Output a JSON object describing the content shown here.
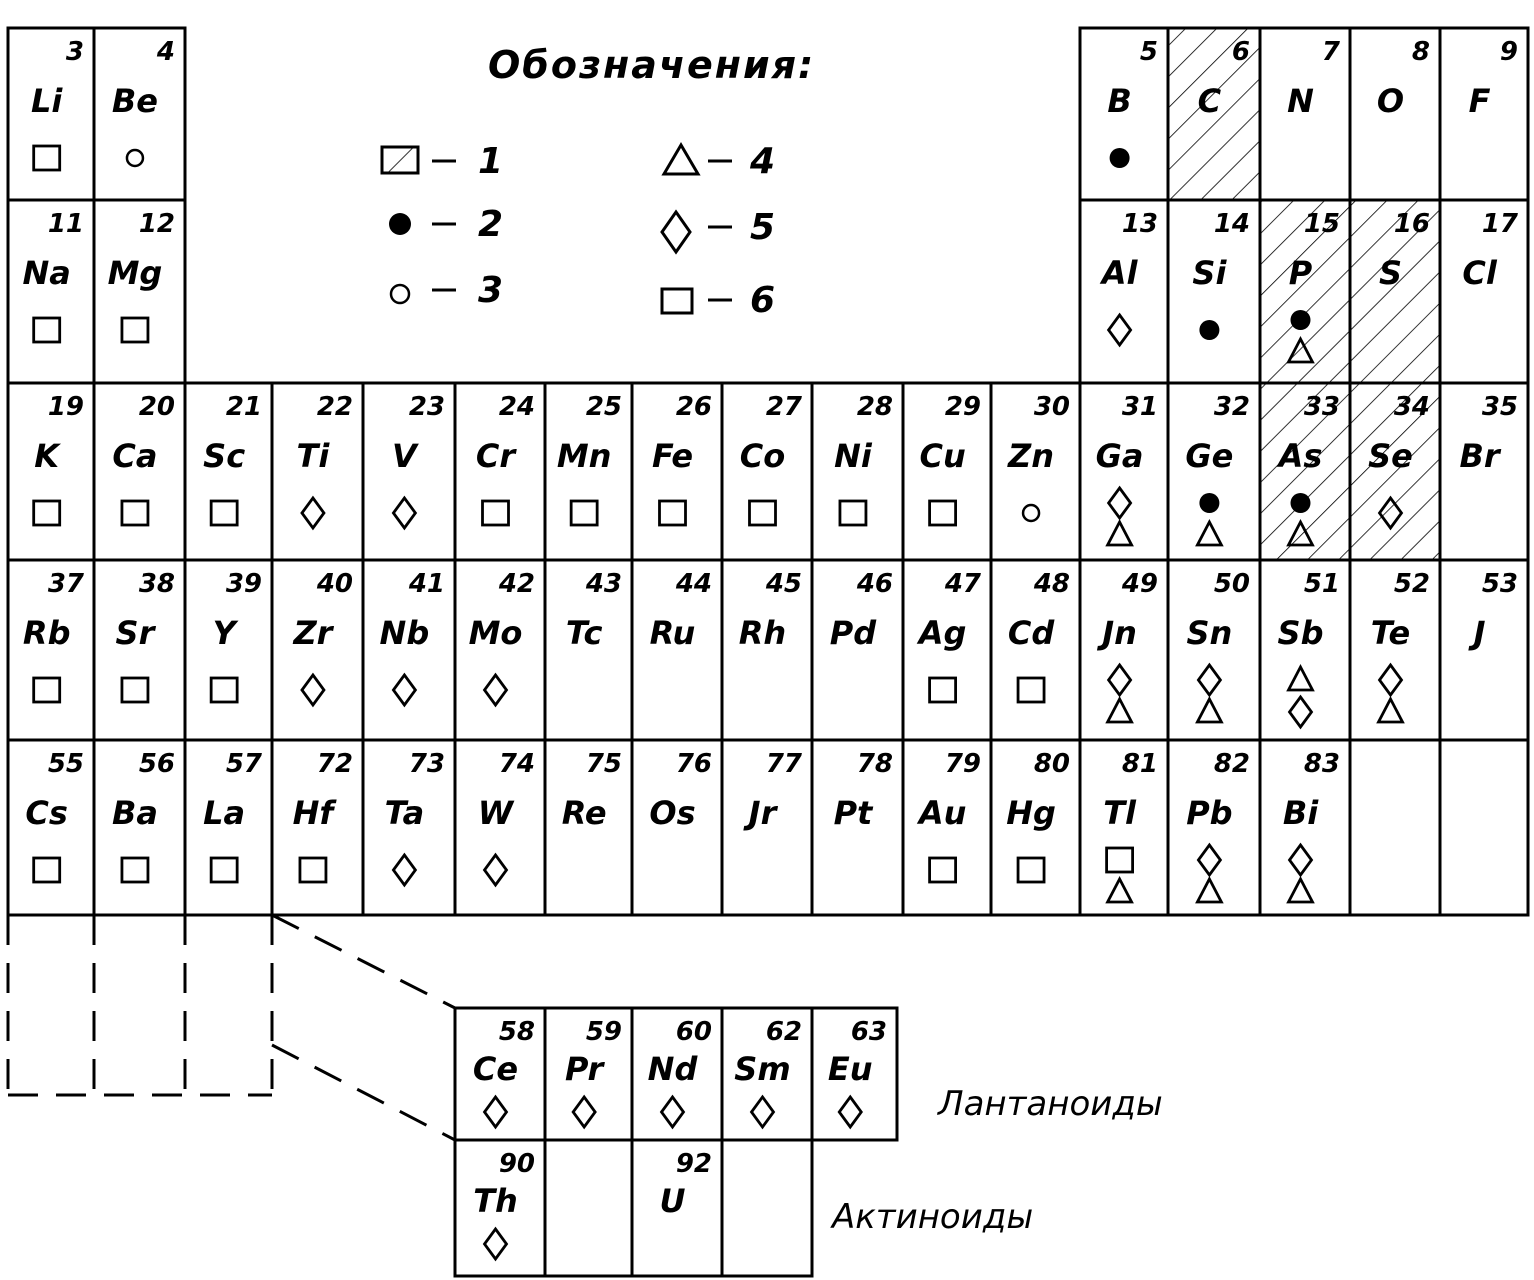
{
  "legend": {
    "title": "Обозначения:",
    "entries": [
      {
        "number": "1",
        "marker": "hatched-square"
      },
      {
        "number": "2",
        "marker": "filled-circle"
      },
      {
        "number": "3",
        "marker": "open-circle"
      },
      {
        "number": "4",
        "marker": "triangle"
      },
      {
        "number": "5",
        "marker": "diamond"
      },
      {
        "number": "6",
        "marker": "square"
      }
    ]
  },
  "series_labels": {
    "lanthanides": "Лантаноиды",
    "actinides": "Актиноиды"
  },
  "elements": [
    {
      "z": "3",
      "sym": "Li",
      "markers": [
        "square"
      ]
    },
    {
      "z": "4",
      "sym": "Be",
      "markers": [
        "open-circle"
      ]
    },
    {
      "z": "5",
      "sym": "B",
      "markers": [
        "filled-circle"
      ]
    },
    {
      "z": "6",
      "sym": "C",
      "hatched": true,
      "markers": []
    },
    {
      "z": "7",
      "sym": "N",
      "markers": []
    },
    {
      "z": "8",
      "sym": "O",
      "markers": []
    },
    {
      "z": "9",
      "sym": "F",
      "markers": []
    },
    {
      "z": "11",
      "sym": "Na",
      "markers": [
        "square"
      ]
    },
    {
      "z": "12",
      "sym": "Mg",
      "markers": [
        "square"
      ]
    },
    {
      "z": "13",
      "sym": "Al",
      "markers": [
        "diamond"
      ]
    },
    {
      "z": "14",
      "sym": "Si",
      "markers": [
        "filled-circle"
      ]
    },
    {
      "z": "15",
      "sym": "P",
      "hatched": true,
      "markers": [
        "filled-circle",
        "triangle"
      ]
    },
    {
      "z": "16",
      "sym": "S",
      "hatched": true,
      "markers": []
    },
    {
      "z": "17",
      "sym": "Cl",
      "markers": []
    },
    {
      "z": "19",
      "sym": "K",
      "markers": [
        "square"
      ]
    },
    {
      "z": "20",
      "sym": "Ca",
      "markers": [
        "square"
      ]
    },
    {
      "z": "21",
      "sym": "Sc",
      "markers": [
        "square"
      ]
    },
    {
      "z": "22",
      "sym": "Ti",
      "markers": [
        "diamond"
      ]
    },
    {
      "z": "23",
      "sym": "V",
      "markers": [
        "diamond"
      ]
    },
    {
      "z": "24",
      "sym": "Cr",
      "markers": [
        "square"
      ]
    },
    {
      "z": "25",
      "sym": "Mn",
      "markers": [
        "square"
      ]
    },
    {
      "z": "26",
      "sym": "Fe",
      "markers": [
        "square"
      ]
    },
    {
      "z": "27",
      "sym": "Co",
      "markers": [
        "square"
      ]
    },
    {
      "z": "28",
      "sym": "Ni",
      "markers": [
        "square"
      ]
    },
    {
      "z": "29",
      "sym": "Cu",
      "markers": [
        "square"
      ]
    },
    {
      "z": "30",
      "sym": "Zn",
      "markers": [
        "open-circle"
      ]
    },
    {
      "z": "31",
      "sym": "Ga",
      "markers": [
        "diamond",
        "triangle"
      ]
    },
    {
      "z": "32",
      "sym": "Ge",
      "markers": [
        "filled-circle",
        "triangle"
      ]
    },
    {
      "z": "33",
      "sym": "As",
      "hatched": true,
      "markers": [
        "filled-circle",
        "triangle"
      ]
    },
    {
      "z": "34",
      "sym": "Se",
      "hatched": true,
      "markers": [
        "diamond"
      ]
    },
    {
      "z": "35",
      "sym": "Br",
      "markers": []
    },
    {
      "z": "37",
      "sym": "Rb",
      "markers": [
        "square"
      ]
    },
    {
      "z": "38",
      "sym": "Sr",
      "markers": [
        "square"
      ]
    },
    {
      "z": "39",
      "sym": "Y",
      "markers": [
        "square"
      ]
    },
    {
      "z": "40",
      "sym": "Zr",
      "markers": [
        "diamond"
      ]
    },
    {
      "z": "41",
      "sym": "Nb",
      "markers": [
        "diamond"
      ]
    },
    {
      "z": "42",
      "sym": "Mo",
      "markers": [
        "diamond"
      ]
    },
    {
      "z": "43",
      "sym": "Tc",
      "markers": []
    },
    {
      "z": "44",
      "sym": "Ru",
      "markers": []
    },
    {
      "z": "45",
      "sym": "Rh",
      "markers": []
    },
    {
      "z": "46",
      "sym": "Pd",
      "markers": []
    },
    {
      "z": "47",
      "sym": "Ag",
      "markers": [
        "square"
      ]
    },
    {
      "z": "48",
      "sym": "Cd",
      "markers": [
        "square"
      ]
    },
    {
      "z": "49",
      "sym": "Jn",
      "markers": [
        "diamond",
        "triangle"
      ]
    },
    {
      "z": "50",
      "sym": "Sn",
      "markers": [
        "diamond",
        "triangle"
      ]
    },
    {
      "z": "51",
      "sym": "Sb",
      "markers": [
        "triangle",
        "diamond"
      ]
    },
    {
      "z": "52",
      "sym": "Te",
      "markers": [
        "diamond",
        "triangle"
      ]
    },
    {
      "z": "53",
      "sym": "J",
      "markers": []
    },
    {
      "z": "55",
      "sym": "Cs",
      "markers": [
        "square"
      ]
    },
    {
      "z": "56",
      "sym": "Ba",
      "markers": [
        "square"
      ]
    },
    {
      "z": "57",
      "sym": "La",
      "markers": [
        "square"
      ]
    },
    {
      "z": "72",
      "sym": "Hf",
      "markers": [
        "square"
      ]
    },
    {
      "z": "73",
      "sym": "Ta",
      "markers": [
        "diamond"
      ]
    },
    {
      "z": "74",
      "sym": "W",
      "markers": [
        "diamond"
      ]
    },
    {
      "z": "75",
      "sym": "Re",
      "markers": []
    },
    {
      "z": "76",
      "sym": "Os",
      "markers": []
    },
    {
      "z": "77",
      "sym": "Jr",
      "markers": []
    },
    {
      "z": "78",
      "sym": "Pt",
      "markers": []
    },
    {
      "z": "79",
      "sym": "Au",
      "markers": [
        "square"
      ]
    },
    {
      "z": "80",
      "sym": "Hg",
      "markers": [
        "square"
      ]
    },
    {
      "z": "81",
      "sym": "Tl",
      "markers": [
        "square",
        "triangle"
      ]
    },
    {
      "z": "82",
      "sym": "Pb",
      "markers": [
        "diamond",
        "triangle"
      ]
    },
    {
      "z": "83",
      "sym": "Bi",
      "markers": [
        "diamond",
        "triangle"
      ]
    },
    {
      "z": "",
      "sym": "",
      "markers": []
    },
    {
      "z": "",
      "sym": "",
      "markers": []
    },
    {
      "z": "58",
      "sym": "Ce",
      "markers": [
        "diamond"
      ]
    },
    {
      "z": "59",
      "sym": "Pr",
      "markers": [
        "diamond"
      ]
    },
    {
      "z": "60",
      "sym": "Nd",
      "markers": [
        "diamond"
      ]
    },
    {
      "z": "62",
      "sym": "Sm",
      "markers": [
        "diamond"
      ]
    },
    {
      "z": "63",
      "sym": "Eu",
      "markers": [
        "diamond"
      ]
    },
    {
      "z": "90",
      "sym": "Th",
      "markers": [
        "diamond"
      ]
    },
    {
      "z": "",
      "sym": "",
      "markers": []
    },
    {
      "z": "92",
      "sym": "U",
      "markers": []
    },
    {
      "z": "",
      "sym": "",
      "markers": []
    }
  ]
}
